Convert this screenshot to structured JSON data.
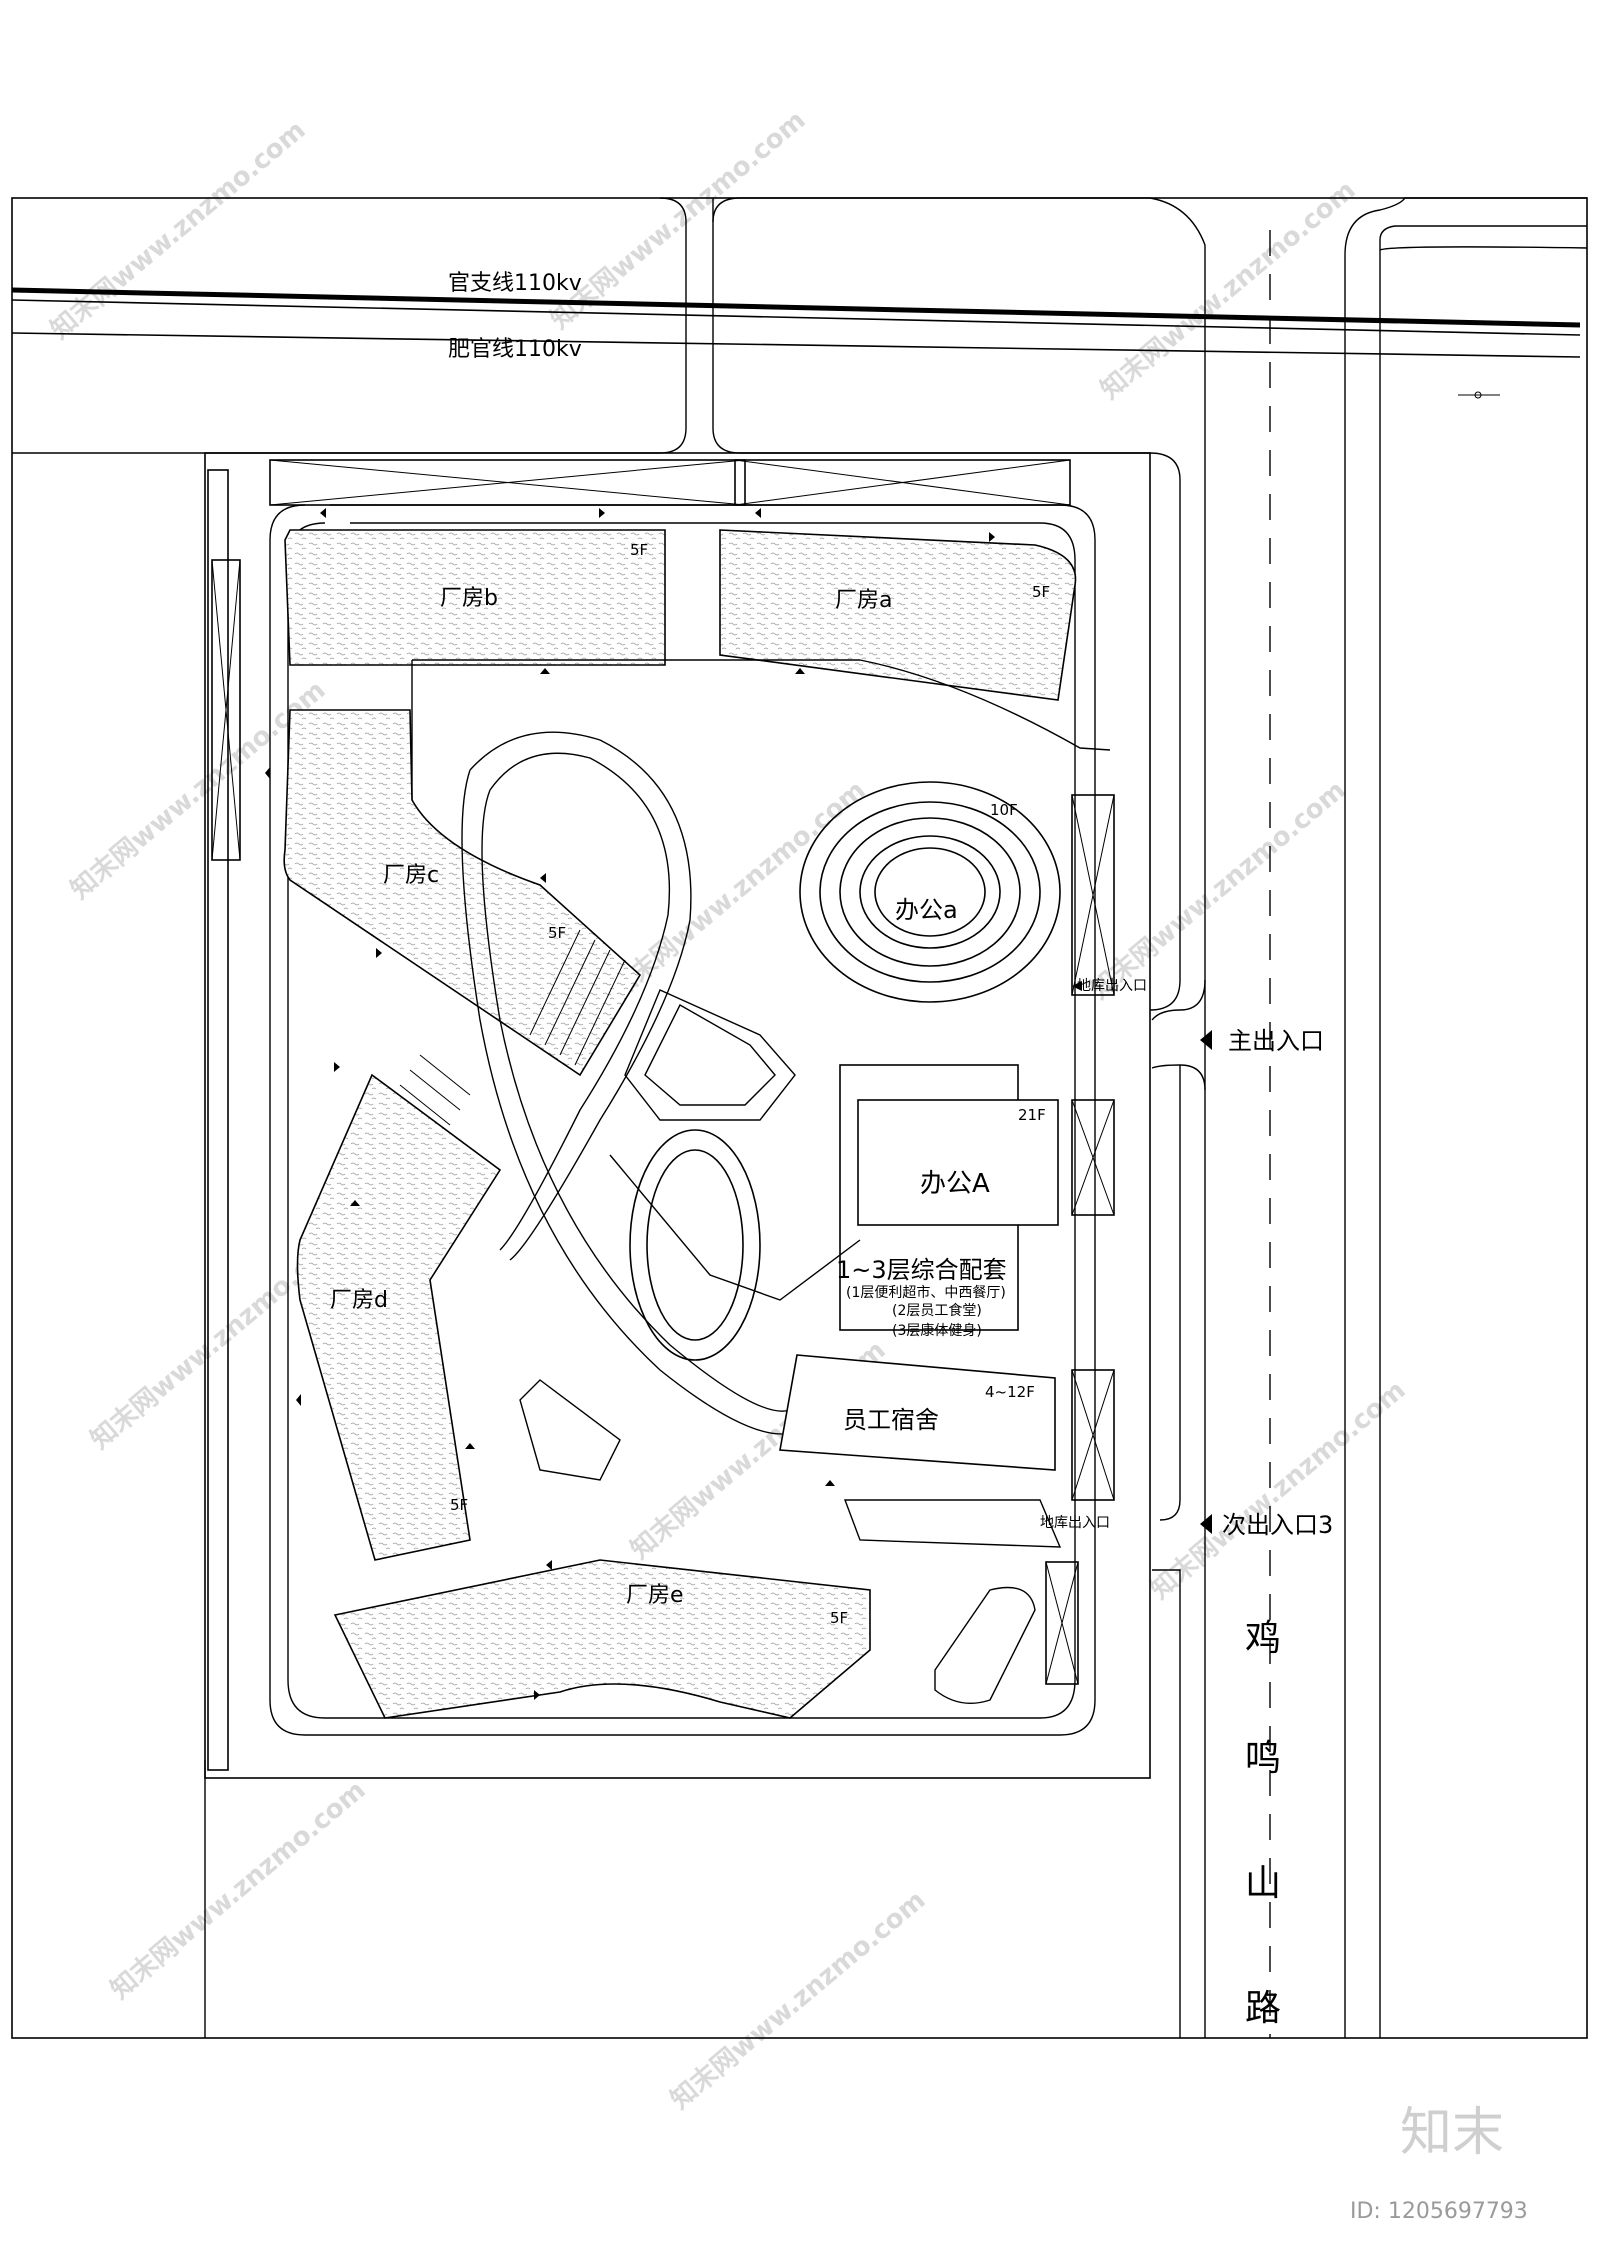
{
  "power_lines": {
    "line1": "官支线110kv",
    "line2": "肥官线110kv"
  },
  "buildings": {
    "plant_b": {
      "name": "厂房b",
      "floors": "5F"
    },
    "plant_a": {
      "name": "厂房a",
      "floors": "5F"
    },
    "plant_c": {
      "name": "厂房c",
      "floors": "5F"
    },
    "plant_d": {
      "name": "厂房d",
      "floors": "5F"
    },
    "plant_e": {
      "name": "厂房e",
      "floors": "5F"
    },
    "office_a_small": {
      "name": "办公a",
      "floors": "10F"
    },
    "office_A": {
      "name": "办公A",
      "floors": "21F"
    },
    "amenities": {
      "name": "1~3层综合配套",
      "line1": "(1层便利超市、中西餐厅)",
      "line2": "(2层员工食堂)",
      "line3": "(3层康体健身)"
    },
    "dorm": {
      "name": "员工宿舍",
      "floors": "4~12F"
    }
  },
  "entrances": {
    "garage_top": "地库出入口",
    "garage_bottom": "地库出入口",
    "main": "主出入口",
    "secondary": "次出入口3"
  },
  "road": {
    "chars": [
      "鸡",
      "鸣",
      "山",
      "路"
    ]
  },
  "watermark": {
    "logo": "知末",
    "id": "ID: 1205697793",
    "repeat_text": "知末网www.znzmo.com"
  }
}
